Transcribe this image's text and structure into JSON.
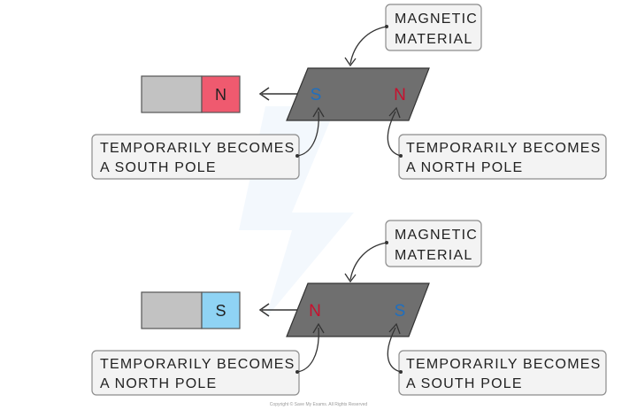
{
  "colors": {
    "north": "#ef5a6f",
    "south": "#8fd3f4",
    "material": "#6f6f6f",
    "magnet_body": "#c2c2c2",
    "north_text": "#c8102e",
    "south_text": "#1f6fbf"
  },
  "panels": [
    {
      "magnet_pole": "N",
      "material_label": [
        "MAGNETIC",
        "MATERIAL"
      ],
      "near_pole": "S",
      "far_pole": "N",
      "near_label": [
        "TEMPORARILY BECOMES",
        "A SOUTH POLE"
      ],
      "far_label": [
        "TEMPORARILY BECOMES",
        "A NORTH POLE"
      ]
    },
    {
      "magnet_pole": "S",
      "material_label": [
        "MAGNETIC",
        "MATERIAL"
      ],
      "near_pole": "N",
      "far_pole": "S",
      "near_label": [
        "TEMPORARILY BECOMES",
        "A NORTH POLE"
      ],
      "far_label": [
        "TEMPORARILY BECOMES",
        "A SOUTH POLE"
      ]
    }
  ],
  "copyright": "Copyright © Save My Exams. All Rights Reserved"
}
